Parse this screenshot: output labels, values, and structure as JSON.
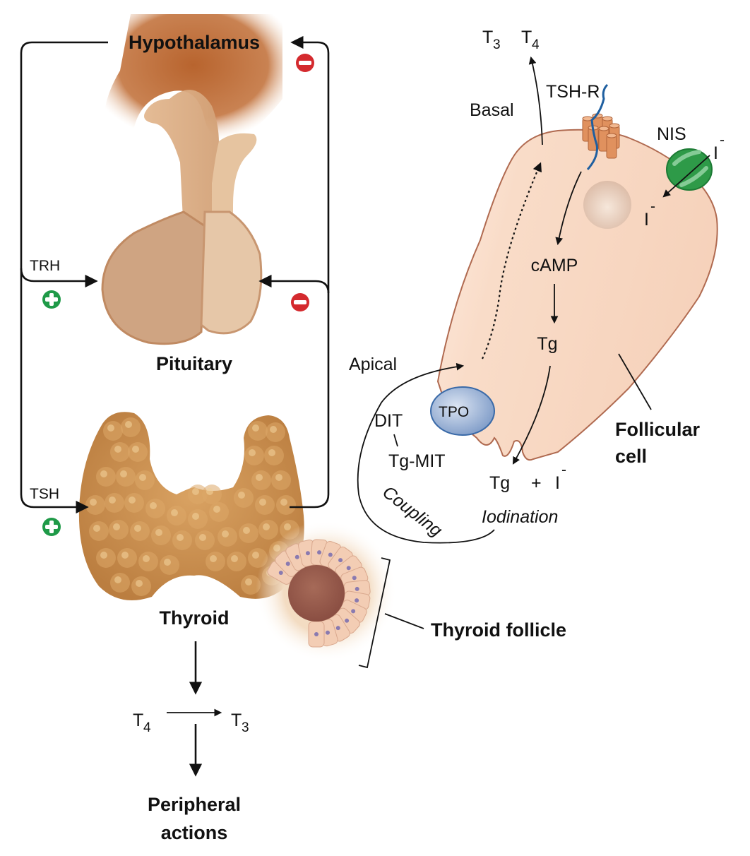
{
  "title": "Hypothalamic-pituitary-thyroid axis and thyroid follicular cell",
  "colors": {
    "stimulate": "#1f9a48",
    "inhibit": "#d42a2e",
    "gland_dark": "#b86a3a",
    "gland_light": "#e0b48c",
    "thyroid": "#c88a4a",
    "cell_fill": "#f8d8c2",
    "cell_border": "#b06a50",
    "nis": "#2e9a48",
    "tpo": "#8aa8d0",
    "receptor": "#d98a60",
    "receptor_chain": "#1f5fa0"
  },
  "axis": {
    "hypothalamus": "Hypothalamus",
    "pituitary": "Pituitary",
    "thyroid": "Thyroid",
    "trh": "TRH",
    "tsh": "TSH",
    "t4": "T",
    "t4_sub": "4",
    "t3": "T",
    "t3_sub": "3",
    "peripheral_line1": "Peripheral",
    "peripheral_line2": "actions",
    "stimulate_icon": "plus-circle",
    "inhibit_icon": "minus-circle"
  },
  "follicle": {
    "label": "Thyroid follicle"
  },
  "cell": {
    "secreted_t3": "T",
    "secreted_t3_sub": "3",
    "secreted_t4": "T",
    "secreted_t4_sub": "4",
    "basal": "Basal",
    "apical": "Apical",
    "tsh_r": "TSH-R",
    "nis": "NIS",
    "iodide_out": "I",
    "iodide_in": "I",
    "iodide_charge": "-",
    "camp": "cAMP",
    "tg": "Tg",
    "tpo": "TPO",
    "dit": "DIT",
    "tg_mit": "Tg-MIT",
    "tg_plus": "Tg",
    "plus": "+",
    "tg_iodide": "I",
    "coupling": "Coupling",
    "iodination": "Iodination",
    "follicular_line1": "Follicular",
    "follicular_line2": "cell"
  }
}
